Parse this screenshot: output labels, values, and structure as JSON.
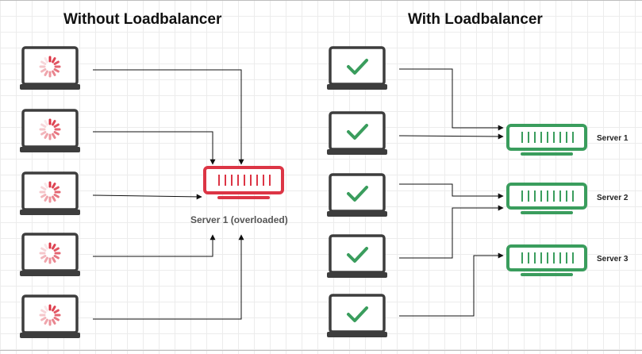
{
  "left_panel": {
    "title": "Without Loadbalancer",
    "clients": [
      {
        "status_icon": "loading-spinner-icon"
      },
      {
        "status_icon": "loading-spinner-icon"
      },
      {
        "status_icon": "loading-spinner-icon"
      },
      {
        "status_icon": "loading-spinner-icon"
      },
      {
        "status_icon": "loading-spinner-icon"
      }
    ],
    "server": {
      "label": "Server 1 (overloaded)",
      "color": "#dc3545"
    }
  },
  "right_panel": {
    "title": "With Loadbalancer",
    "clients": [
      {
        "status_icon": "checkmark-icon"
      },
      {
        "status_icon": "checkmark-icon"
      },
      {
        "status_icon": "checkmark-icon"
      },
      {
        "status_icon": "checkmark-icon"
      },
      {
        "status_icon": "checkmark-icon"
      }
    ],
    "servers": [
      {
        "label": "Server 1"
      },
      {
        "label": "Server 2"
      },
      {
        "label": "Server 3"
      }
    ],
    "color": "#3a9d5d"
  },
  "colors": {
    "laptop": "#3d3d3d",
    "spinner": "#dc3545",
    "check": "#3a9d5d",
    "arrow": "#111111"
  }
}
